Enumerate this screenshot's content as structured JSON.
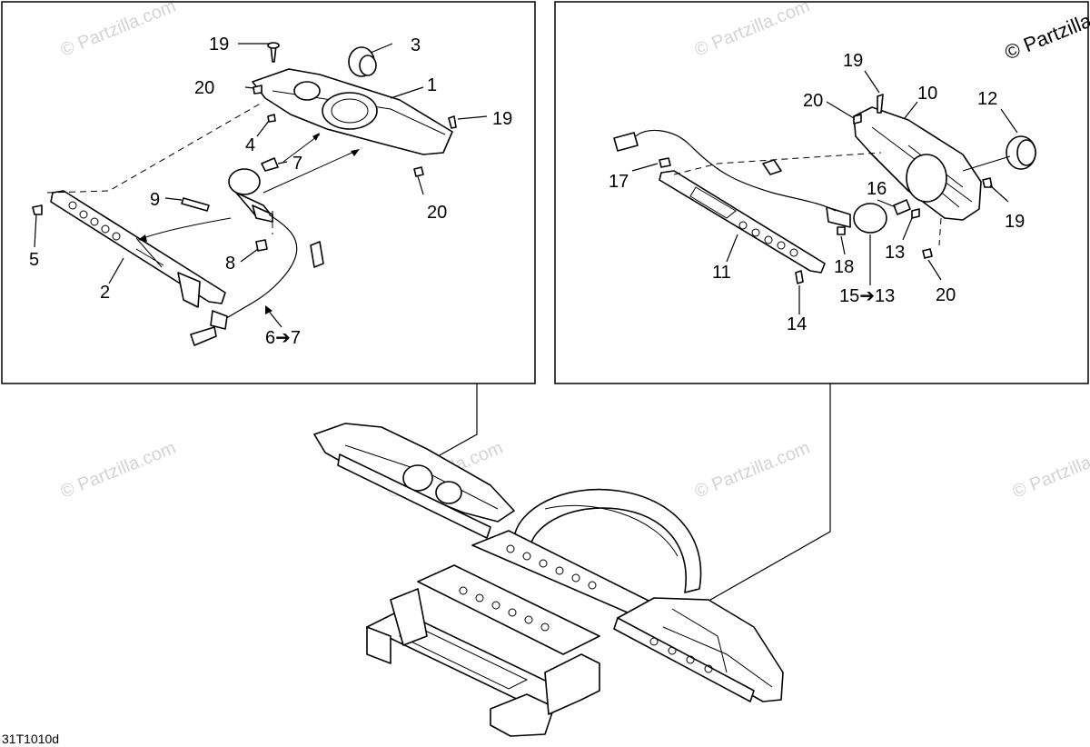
{
  "copyright": "© Partzilla.com",
  "watermark": "© Partzilla.com",
  "diagram_code": "31T1010d",
  "left_panel_callouts": {
    "c1": "1",
    "c2": "2",
    "c3": "3",
    "c4": "4",
    "c5": "5",
    "c6_7": "6➔7",
    "c7": "7",
    "c8": "8",
    "c9": "9",
    "c19a": "19",
    "c19b": "19",
    "c20a": "20",
    "c20b": "20"
  },
  "right_panel_callouts": {
    "c10": "10",
    "c11": "11",
    "c12": "12",
    "c13": "13",
    "c14": "14",
    "c15_13": "15➔13",
    "c16": "16",
    "c17": "17",
    "c18": "18",
    "c19a": "19",
    "c19b": "19",
    "c20a": "20",
    "c20b": "20"
  }
}
